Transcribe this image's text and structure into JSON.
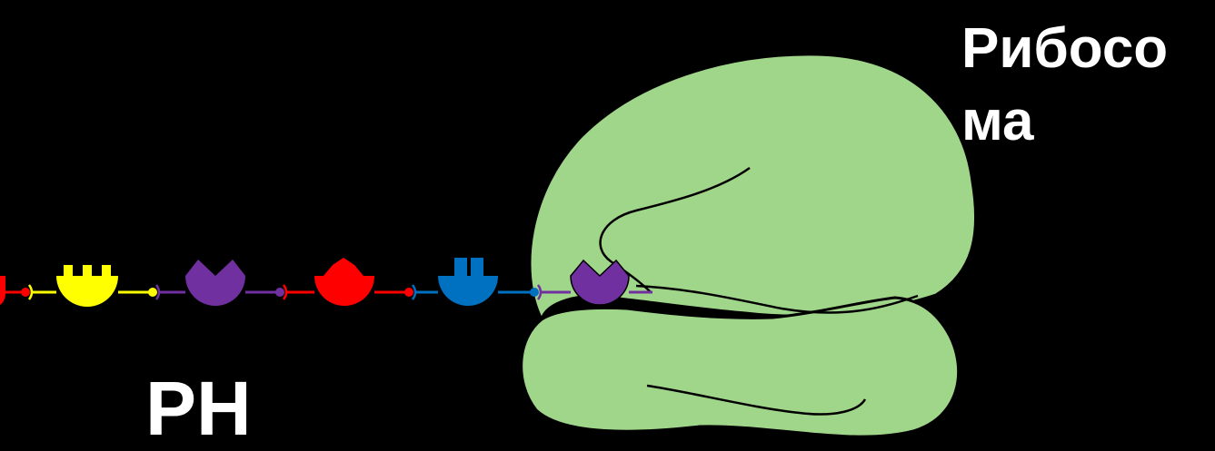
{
  "labels": {
    "ribosome_line1": "Рибосо",
    "ribosome_line2": "ма",
    "rna": "РН"
  },
  "colors": {
    "background": "#000000",
    "ribosome_fill": "#a0d68a",
    "outline": "#000000",
    "text": "#ffffff",
    "amino_red": "#ff0000",
    "amino_yellow": "#ffff00",
    "amino_purple": "#7030a0",
    "amino_blue": "#0070c0"
  },
  "chain": [
    {
      "color": "amino_red",
      "shape": "partial"
    },
    {
      "color": "amino_yellow",
      "shape": "castle"
    },
    {
      "color": "amino_purple",
      "shape": "v-notch"
    },
    {
      "color": "amino_red",
      "shape": "peak"
    },
    {
      "color": "amino_blue",
      "shape": "two-pegs"
    },
    {
      "color": "amino_purple",
      "shape": "v-notch"
    }
  ]
}
